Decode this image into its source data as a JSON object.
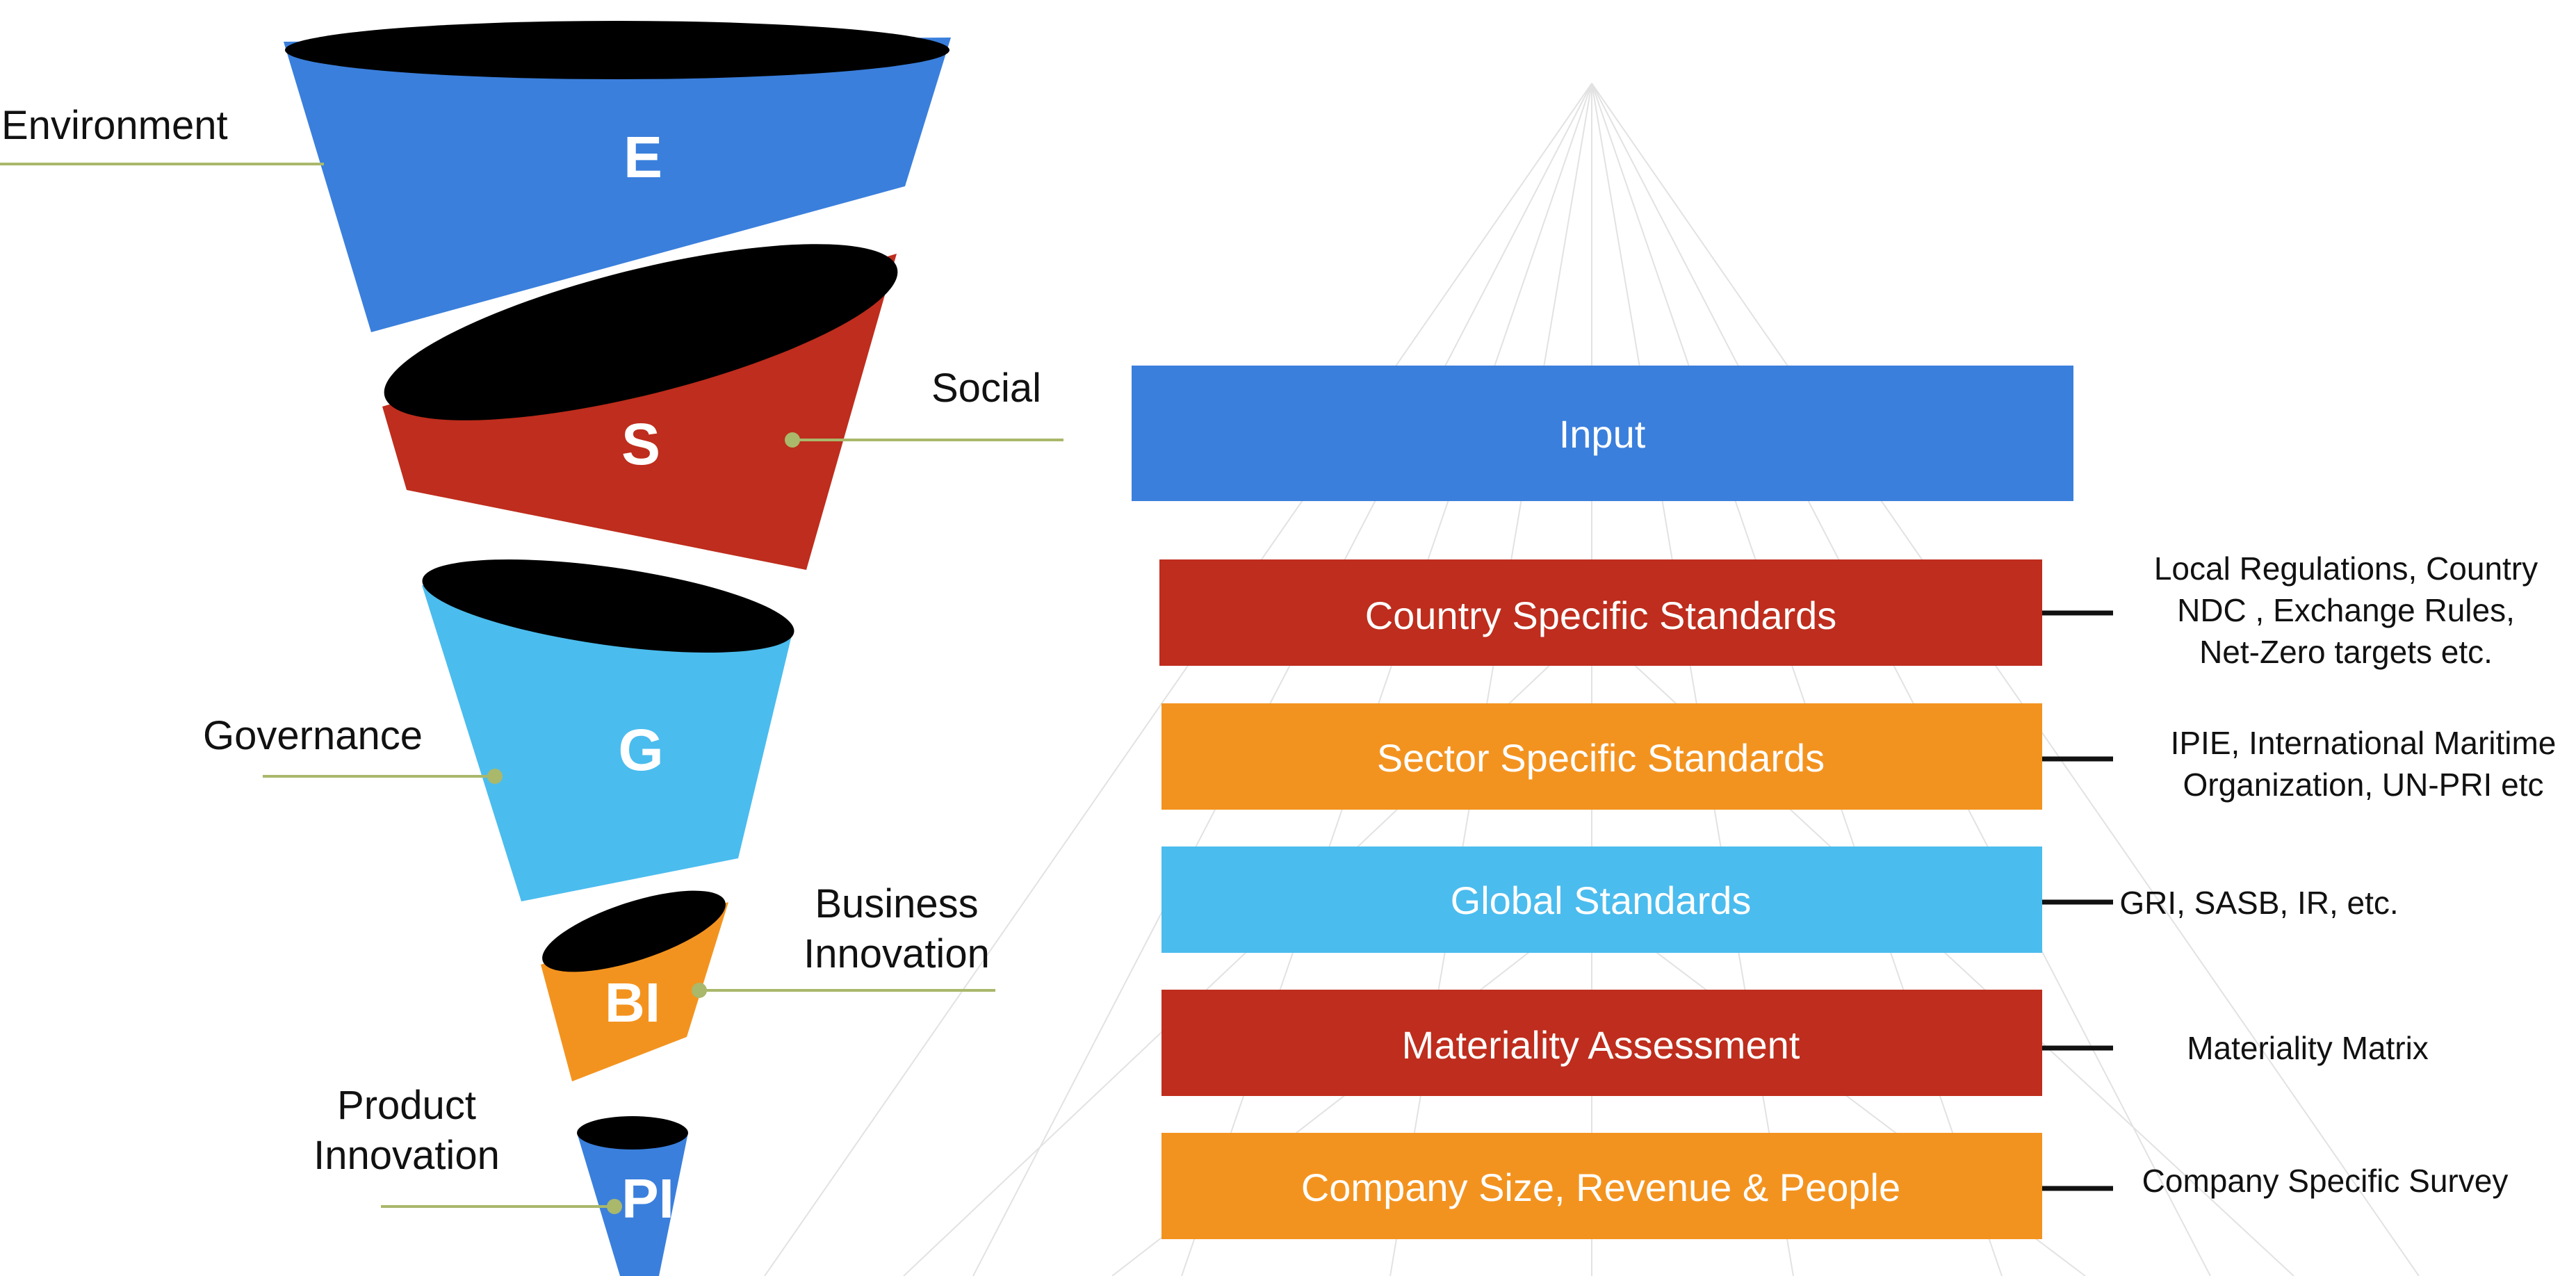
{
  "colors": {
    "blue": "#3a7fdc",
    "red": "#be2d1d",
    "light_blue": "#4bbcee",
    "orange": "#f3931f",
    "connector_green": "#a9b86b",
    "note_line": "#111111"
  },
  "funnel": {
    "segments": [
      {
        "letter": "E",
        "label": "Environment",
        "color_key": "blue"
      },
      {
        "letter": "S",
        "label": "Social",
        "color_key": "red"
      },
      {
        "letter": "G",
        "label": "Governance",
        "color_key": "light_blue"
      },
      {
        "letter": "BI",
        "label_lines": [
          "Business",
          "Innovation"
        ],
        "color_key": "orange"
      },
      {
        "letter": "PI",
        "label_lines": [
          "Product",
          "Innovation"
        ],
        "color_key": "blue"
      }
    ]
  },
  "stack": {
    "input_label": "Input",
    "rows": [
      {
        "label": "Country Specific Standards",
        "color_key": "red",
        "note_lines": [
          "Local Regulations, Country",
          "NDC , Exchange Rules,",
          "Net-Zero targets etc."
        ]
      },
      {
        "label": "Sector Specific Standards",
        "color_key": "orange",
        "note_lines": [
          "IPIE, International Maritime",
          "Organization, UN-PRI etc"
        ]
      },
      {
        "label": "Global Standards",
        "color_key": "light_blue",
        "note_lines": [
          "GRI, SASB, IR, etc."
        ]
      },
      {
        "label": "Materiality Assessment",
        "color_key": "red",
        "note_lines": [
          "Materiality Matrix"
        ]
      },
      {
        "label": "Company Size, Revenue & People",
        "color_key": "orange",
        "note_lines": [
          "Company Specific Survey"
        ]
      }
    ]
  }
}
